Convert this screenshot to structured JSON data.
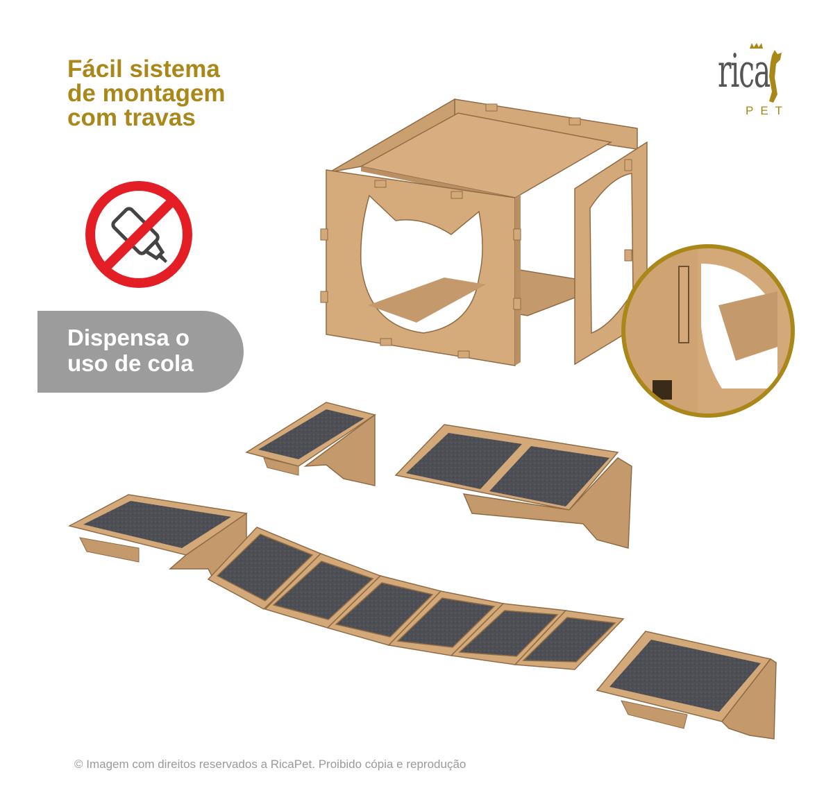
{
  "headline": {
    "line1": "Fácil sistema",
    "line2": "de montagem",
    "line3": "com travas"
  },
  "logo": {
    "brand": "rica",
    "sub": "PET"
  },
  "badge": {
    "line1": "Dispensa o",
    "line2": "uso de cola"
  },
  "footer": {
    "copyright": "© Imagem com direitos reservados a RicaPet. Proibido cópia e reprodução"
  },
  "icons": {
    "no_glue": "no-glue-icon",
    "crown": "crown-icon",
    "cat": "cat-silhouette-icon"
  },
  "colors": {
    "gold": "#a98718",
    "mdf": "#d4a979",
    "mdf_dark": "#b98f63",
    "felt": "#4d4f55",
    "no_sign": "#e41e25",
    "badge_gray": "#9c9c9c"
  }
}
